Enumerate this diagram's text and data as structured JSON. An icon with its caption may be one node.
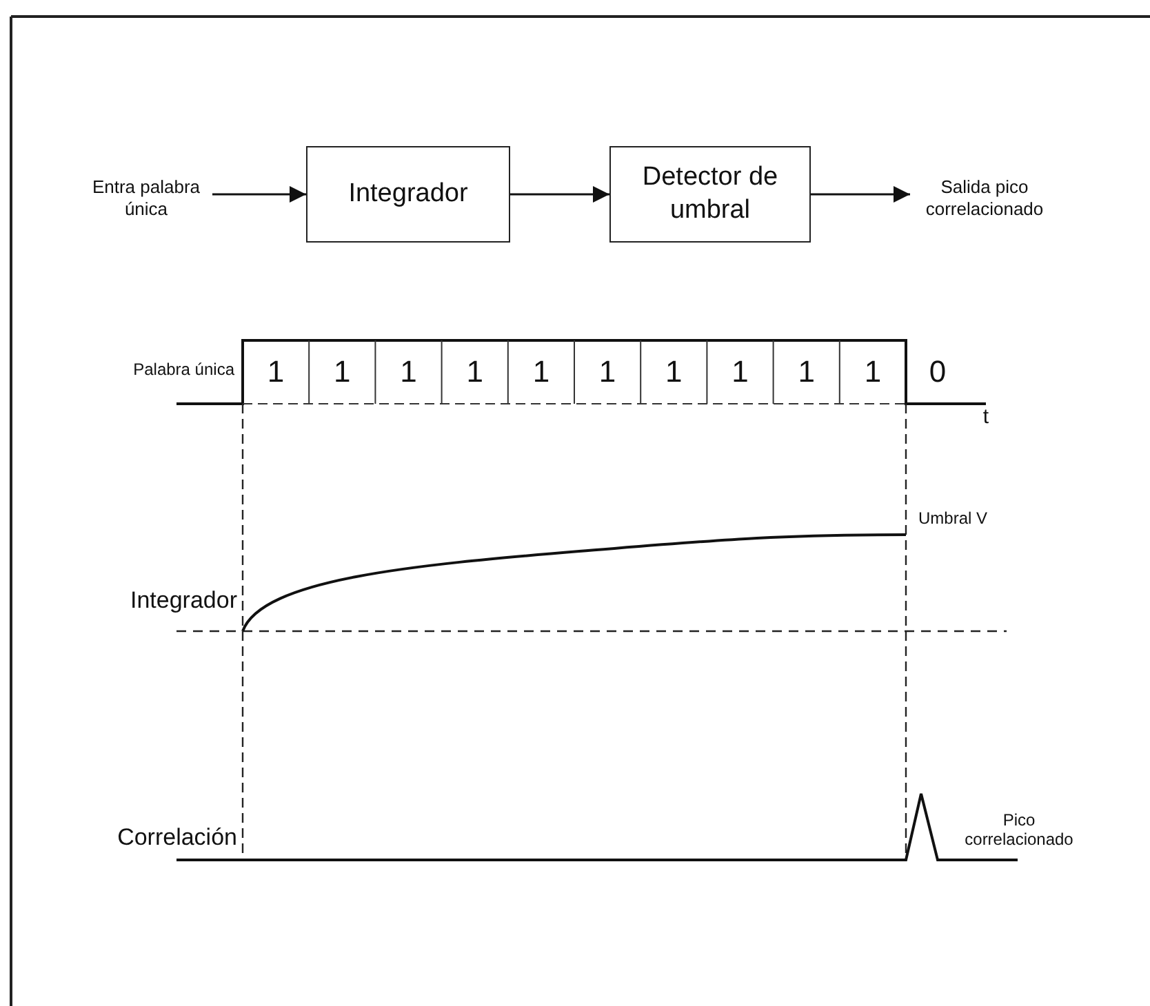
{
  "diagram": {
    "nodes": [
      {
        "text": [
          "Entra palabra única"
        ]
      },
      {
        "text": [
          "Integrador"
        ]
      },
      {
        "text": [
          "Detector de umbral"
        ]
      },
      {
        "text": [
          "Salida pico correlacionado"
        ]
      }
    ],
    "edges": [
      {
        "from": 0,
        "to": 1,
        "arrow": "to"
      },
      {
        "from": 1,
        "to": 2,
        "arrow": "to"
      },
      {
        "from": 2,
        "to": 3,
        "arrow": "to"
      }
    ],
    "labels": [
      "Palabra única",
      "1",
      "1",
      "1",
      "1",
      "1",
      "1",
      "1",
      "1",
      "1",
      "1",
      "0",
      "t",
      "Umbral V",
      "Integrador",
      "Correlación",
      "Pico correlacionado"
    ]
  }
}
